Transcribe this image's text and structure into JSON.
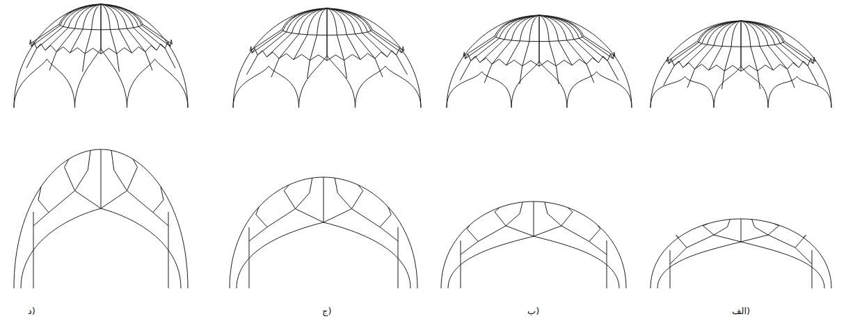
{
  "diagram": {
    "labels": [
      "الف)",
      "ب)",
      "ج)",
      "د)"
    ]
  }
}
